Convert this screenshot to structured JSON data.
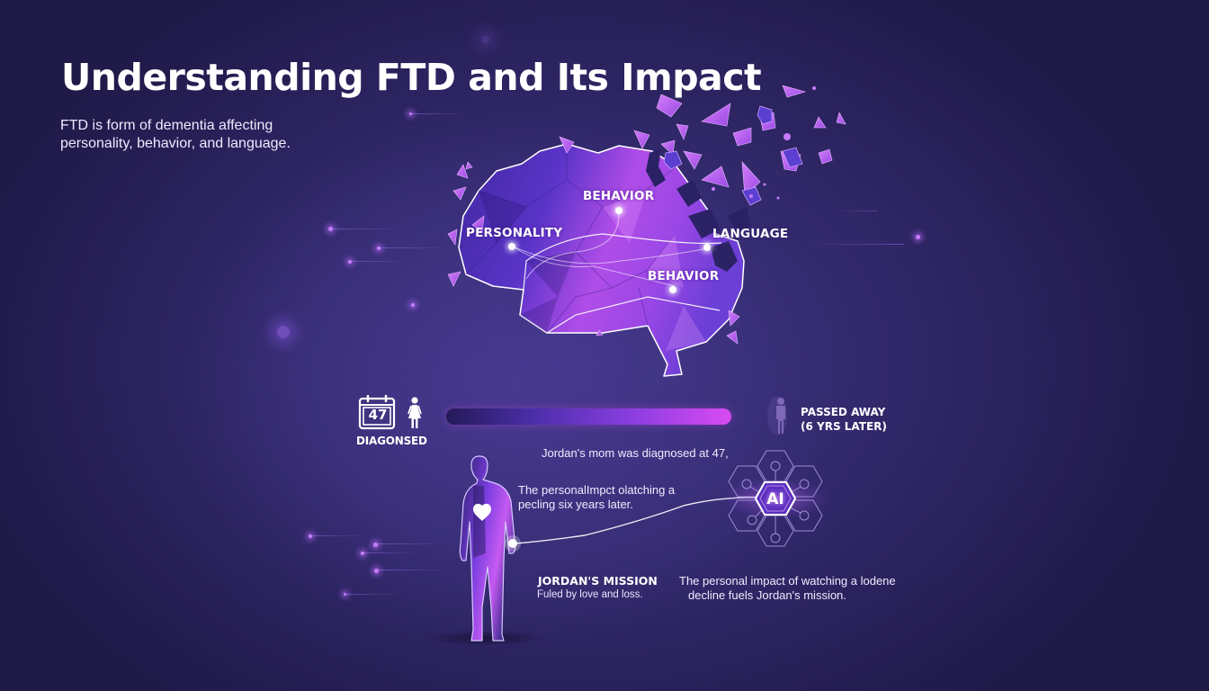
{
  "header": {
    "title": "Understanding FTD and Its Impact",
    "intro_lines": [
      "FTD is form of dementia affecting",
      "personality, behavior, and language."
    ]
  },
  "brain": {
    "labels": [
      {
        "id": "behavior-top",
        "text": "BEHAVIOR"
      },
      {
        "id": "personality",
        "text": "PERSONALITY"
      },
      {
        "id": "language",
        "text": "LANGUAGE"
      },
      {
        "id": "behavior-bottom",
        "text": "BEHAVIOR"
      }
    ],
    "colors": {
      "dark": "#4a2fb0",
      "mid": "#7a3fe0",
      "bright": "#c35af0",
      "outline": "#ffffff"
    }
  },
  "timeline": {
    "calendar_number": "47",
    "start_label": "DIAGONSED",
    "end_label_lines": [
      "PASSED AWAY",
      "(6 YRS LATER)"
    ],
    "bar_colors": {
      "start": "#241a58",
      "end": "#d94af2"
    }
  },
  "story": {
    "line1": "Jordan's mom was diagnosed at 47,",
    "line2": [
      "The personalImpct olatching a",
      "pecling six years later."
    ]
  },
  "ai_badge": {
    "label": "AI"
  },
  "mission": {
    "title": "JORDAN'S MISSION",
    "subtitle": "Fuled by love and loss.",
    "description_lines": [
      "The personal impact of watching a lodene",
      "decline fuels Jordan's mission."
    ]
  },
  "theme": {
    "background": "#2e2766",
    "accent": "#c77dff",
    "accent_bright": "#d94af2"
  }
}
